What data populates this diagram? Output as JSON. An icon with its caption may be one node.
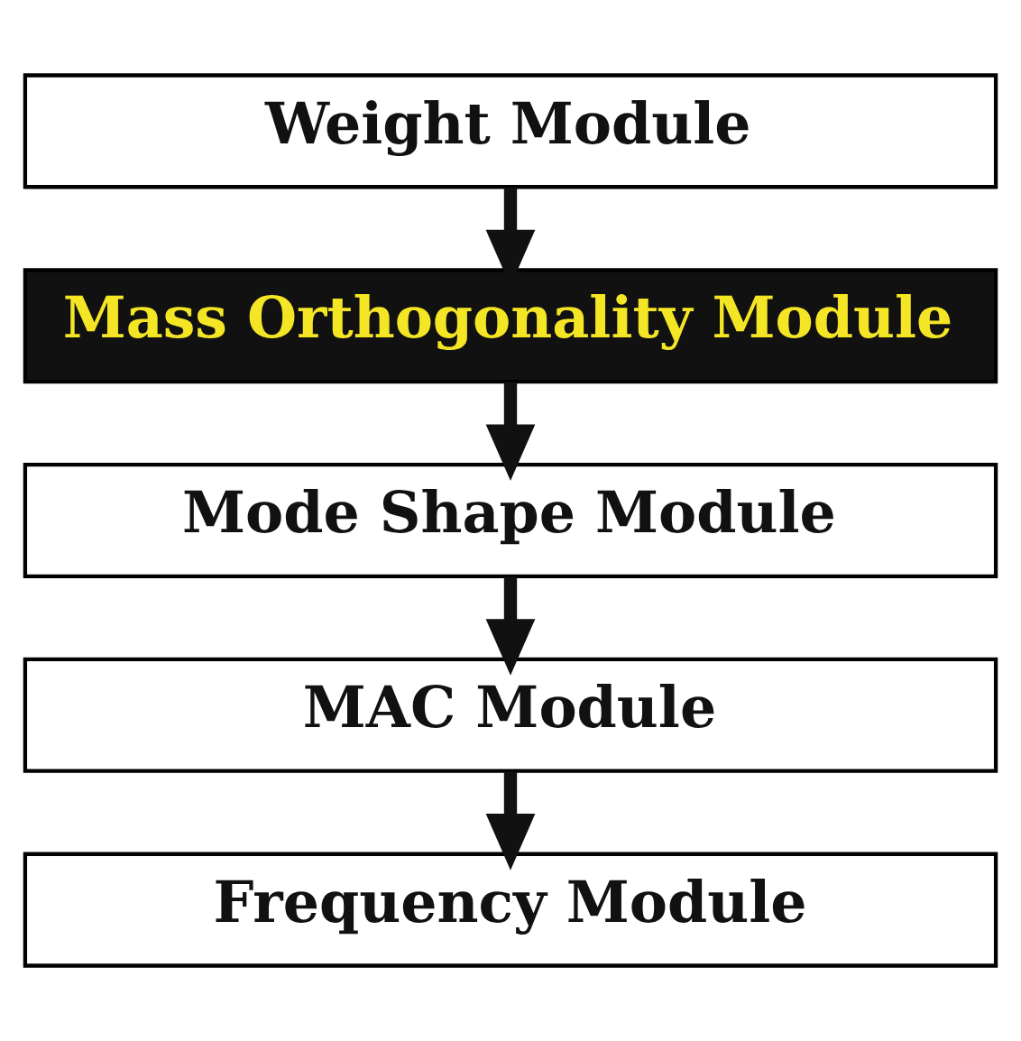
{
  "diagram": {
    "nodes": [
      {
        "text": [
          "Weight Module"
        ]
      },
      {
        "text": [
          "Mass Orthogonality Module"
        ]
      },
      {
        "text": [
          "Mode Shape Module"
        ]
      },
      {
        "text": [
          "MAC Module"
        ]
      },
      {
        "text": [
          "Frequency Module"
        ]
      }
    ],
    "edges": [
      {
        "from": 0,
        "to": 1,
        "arrow": "to"
      },
      {
        "from": 1,
        "to": 2,
        "arrow": "to"
      },
      {
        "from": 2,
        "to": 3,
        "arrow": "to"
      },
      {
        "from": 3,
        "to": 4,
        "arrow": "to"
      }
    ]
  }
}
